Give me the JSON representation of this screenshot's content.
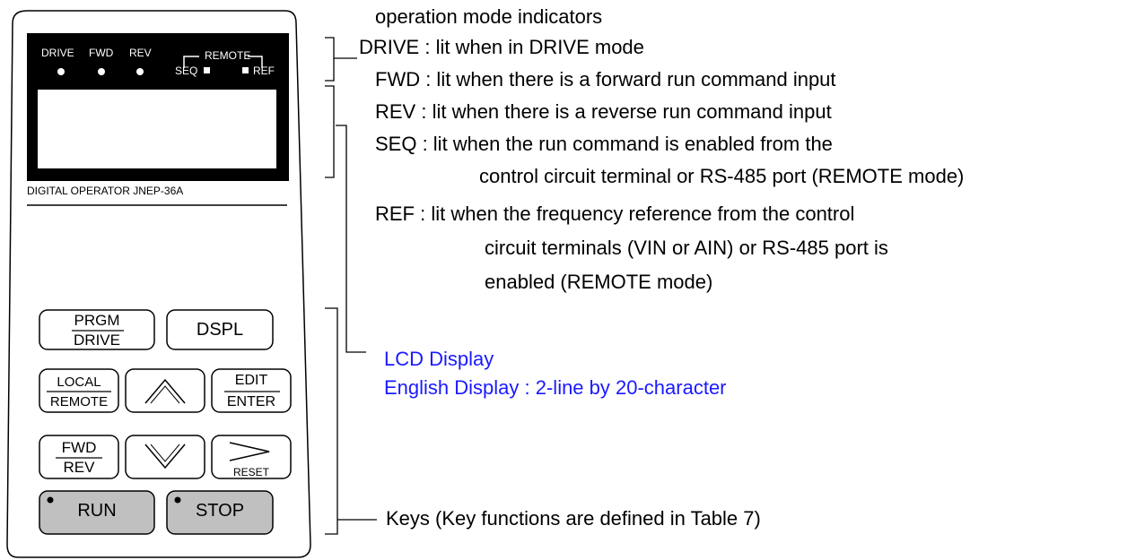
{
  "panel": {
    "indicators": {
      "drive": "DRIVE",
      "fwd": "FWD",
      "rev": "REV",
      "remote": "REMOTE",
      "seq": "SEQ",
      "ref": "REF"
    },
    "model_label": "DIGITAL OPERATOR JNEP-36A",
    "keys": {
      "prgm": "PRGM",
      "drive": "DRIVE",
      "dspl": "DSPL",
      "local": "LOCAL",
      "remote": "REMOTE",
      "edit": "EDIT",
      "enter": "ENTER",
      "fwd": "FWD",
      "rev": "REV",
      "reset": "RESET",
      "run": "RUN",
      "stop": "STOP"
    }
  },
  "annotations": {
    "indicators_heading": "operation mode indicators",
    "drive": "DRIVE : lit when in DRIVE mode",
    "fwd": "FWD : lit when there is a forward run command input",
    "rev": "REV : lit when there is a reverse run command input",
    "seq_1": "SEQ : lit when the run command is enabled from the",
    "seq_2": "control circuit terminal or RS-485 port (REMOTE mode)",
    "ref_1": "REF : lit when the frequency reference from the control",
    "ref_2": "circuit terminals (VIN or AIN) or RS-485 port is",
    "ref_3": "enabled (REMOTE mode)",
    "lcd_1": "LCD Display",
    "lcd_2": "English Display : 2-line by 20-character",
    "keys": "Keys  (Key functions are defined in Table 7)"
  },
  "colors": {
    "lcd_note": "#1a1aff",
    "key_fill_gray": "#c0c0c0",
    "display_frame": "#000000"
  }
}
